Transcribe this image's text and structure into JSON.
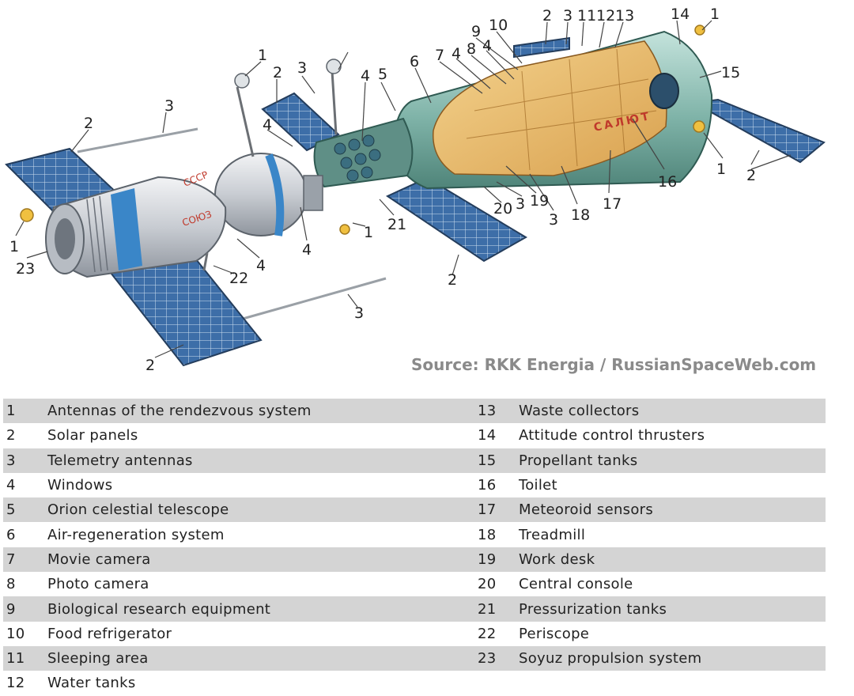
{
  "source": "Source: RKK Energia / RussianSpaceWeb.com",
  "hull_text": {
    "soyuz": "СОЮЗ",
    "sssr": "СССР",
    "salyut": "САЛЮТ"
  },
  "colors": {
    "solar_panel": "#3d6ea8",
    "station_hull": "#7fb3a8",
    "soyuz_hull": "#d5d8dc",
    "accent_band": "#3a86c8",
    "interior": "#e8b865",
    "legend_shade": "#d4d4d4"
  },
  "callouts": [
    "1",
    "2",
    "3",
    "4",
    "5",
    "6",
    "7",
    "8",
    "9",
    "10",
    "11",
    "12",
    "13",
    "14",
    "15",
    "16",
    "17",
    "18",
    "19",
    "20",
    "21",
    "22",
    "23"
  ],
  "legend": [
    {
      "num": "1",
      "label": "Antennas of the rendezvous system",
      "num2": "13",
      "label2": "Waste collectors"
    },
    {
      "num": "2",
      "label": "Solar panels",
      "num2": "14",
      "label2": "Attitude control thrusters"
    },
    {
      "num": "3",
      "label": "Telemetry antennas",
      "num2": "15",
      "label2": "Propellant tanks"
    },
    {
      "num": "4",
      "label": "Windows",
      "num2": "16",
      "label2": "Toilet"
    },
    {
      "num": "5",
      "label": "Orion celestial telescope",
      "num2": "17",
      "label2": "Meteoroid sensors"
    },
    {
      "num": "6",
      "label": "Air-regeneration system",
      "num2": "18",
      "label2": "Treadmill"
    },
    {
      "num": "7",
      "label": "Movie camera",
      "num2": "19",
      "label2": "Work desk"
    },
    {
      "num": "8",
      "label": "Photo camera",
      "num2": "20",
      "label2": "Central console"
    },
    {
      "num": "9",
      "label": "Biological research equipment",
      "num2": "21",
      "label2": "Pressurization tanks"
    },
    {
      "num": "10",
      "label": "Food refrigerator",
      "num2": "22",
      "label2": "Periscope"
    },
    {
      "num": "11",
      "label": "Sleeping area",
      "num2": "23",
      "label2": "Soyuz propulsion system"
    },
    {
      "num": "12",
      "label": "Water tanks",
      "num2": "",
      "label2": ""
    }
  ]
}
